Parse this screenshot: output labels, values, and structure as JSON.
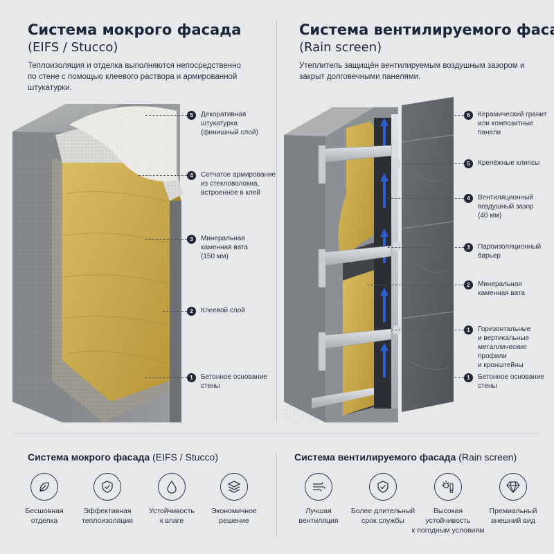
{
  "left": {
    "title": "Система мокрого фасада",
    "subtitle": "(EIFS / Stucco)",
    "description": "Теплоизоляция и отделка выполняются непосредственно по стене с помощью клеевого раствора и армированной штукатурки.",
    "callouts": [
      {
        "num": "5",
        "text": "Декоративная\nштукатурка\n(финишный слой)"
      },
      {
        "num": "4",
        "text": "Сетчатое армирование\nиз стекловолокна,\nвстроенное в клей"
      },
      {
        "num": "3",
        "text": "Минеральная\nкаменная вата\n(150 мм)"
      },
      {
        "num": "2",
        "text": "Клеевой слой"
      },
      {
        "num": "1",
        "text": "Бетонное основание\nстены"
      }
    ]
  },
  "right": {
    "title": "Система вентилируемого фасада",
    "subtitle": "(Rain screen)",
    "description": "Утеплитель защищён вентилируемым воздушным зазором и закрыт долговечными панелями.",
    "callouts": [
      {
        "num": "6",
        "text": "Керамический гранит\nили композитные панели"
      },
      {
        "num": "5",
        "text": "Крепёжные клипсы"
      },
      {
        "num": "4",
        "text": "Вентиляционный\nвоздушный зазор\n(40 мм)"
      },
      {
        "num": "3",
        "text": "Пароизоляционный\nбарьер"
      },
      {
        "num": "2",
        "text": "Минеральная\nкаменная вата"
      },
      {
        "num": "1",
        "text": "Горизонтальные\nи вертикальные\nметаллические профили\nи кронштейны"
      },
      {
        "num": "1",
        "text": "Бетонное основание\nстены"
      }
    ]
  },
  "bottom_left": {
    "title_bold": "Система мокрого фасада",
    "title_light": "(EIFS / Stucco)",
    "features": [
      {
        "icon": "leaf-icon",
        "text": "Бесшовная\nотделка"
      },
      {
        "icon": "shield-check-icon",
        "text": "Эффективная\nтеплоизоляция"
      },
      {
        "icon": "water-drop-icon",
        "text": "Устойчивость\nк влаге"
      },
      {
        "icon": "layers-icon",
        "text": "Экономичное\nрешение"
      }
    ]
  },
  "bottom_right": {
    "title_bold": "Система вентилируемого фасада",
    "title_light": "(Rain screen)",
    "features": [
      {
        "icon": "wind-icon",
        "text": "Лучшая\nвентиляция"
      },
      {
        "icon": "shield-check-icon",
        "text": "Более длительный\nсрок службы"
      },
      {
        "icon": "weather-icon",
        "text": "Высокая\nустойчивость\nк погодным условиям"
      },
      {
        "icon": "diamond-icon",
        "text": "Премиальный\nвнешний вид"
      }
    ]
  },
  "colors": {
    "concrete": "#8f9295",
    "wool": "#c9a94c",
    "granite": "#5d6064",
    "airflow": "#2d5fd0",
    "badge": "#1e2633"
  }
}
